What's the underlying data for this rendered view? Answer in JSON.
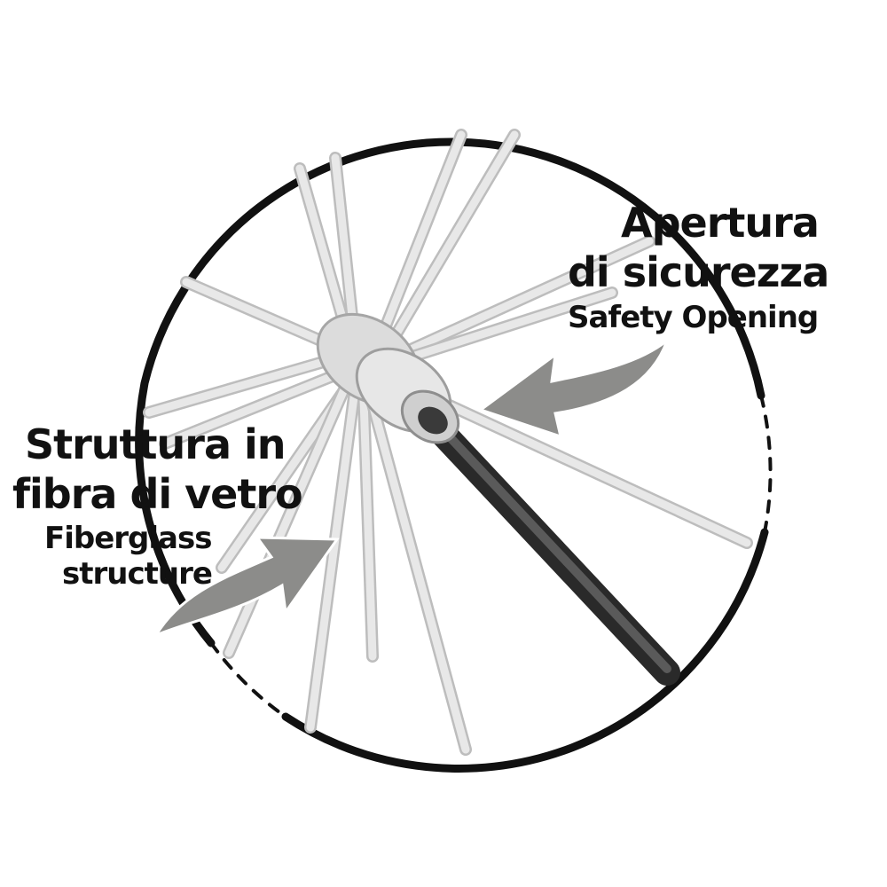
{
  "labels": {
    "safety_it_line1": "Apertura",
    "safety_it_line2": "di sicurezza",
    "safety_en": "Safety Opening",
    "fiber_it_line1": "Struttura in",
    "fiber_it_line2": "fibra di vetro",
    "fiber_en_line1": "Fiberglass",
    "fiber_en_line2": "structure"
  },
  "colors": {
    "ink": "#111111",
    "arrow_fill": "#8c8c8a",
    "rib": "#e8e8e8",
    "rib_edge": "#bdbdbd",
    "shaft": "#3f3f3f",
    "hub": "#dedede"
  },
  "illustration": {
    "subject": "umbrella-frame-closeup",
    "icons": [
      "circle-frame",
      "umbrella-ribs",
      "hub",
      "shaft",
      "arrow-icon"
    ]
  }
}
